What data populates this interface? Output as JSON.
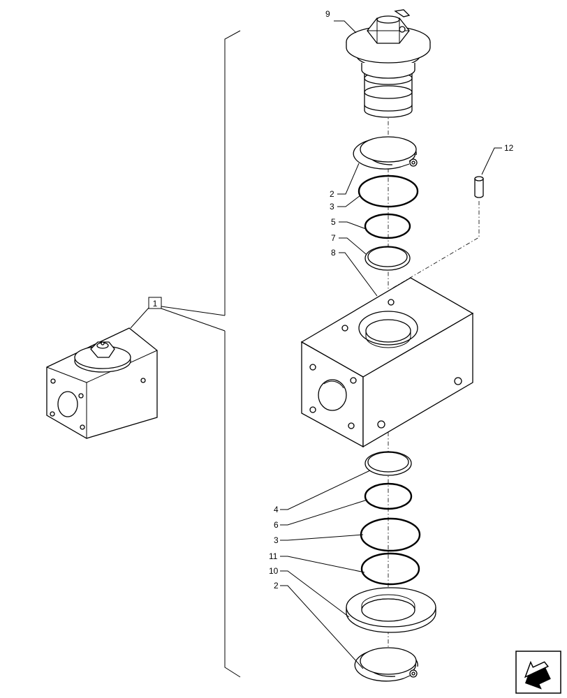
{
  "callouts": {
    "assembly": "1",
    "p2a": "2",
    "p3a": "3",
    "p5": "5",
    "p7": "7",
    "p8": "8",
    "p9": "9",
    "p12": "12",
    "p4": "4",
    "p6": "6",
    "p3b": "3",
    "p11": "11",
    "p10": "10",
    "p2b": "2"
  },
  "icons": {
    "navigation": "next-page-arrow-icon"
  }
}
